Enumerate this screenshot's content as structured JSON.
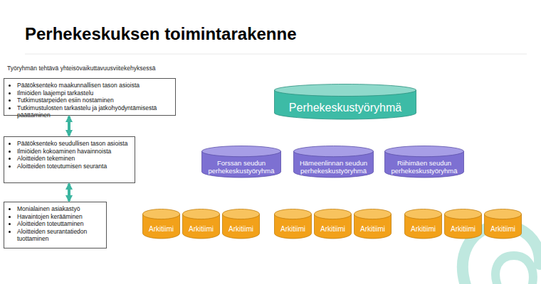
{
  "diagram": {
    "title": "Perhekeskuksen toimintarakenne",
    "nodes": [
      {
        "text": [
          "Päätöksenteko maakunnallisen tason asioista",
          "Ilmiöiden laajempi tarkastelu",
          "Tutkimustarpeiden esiin nostaminen",
          "Tutkimustulosten tarkastelu ja jatkohyödyntämisestä päättäminen"
        ]
      },
      {
        "text": [
          "Päätöksenteko seudullisen tason asioista",
          "Ilmiöiden kokoaminen havainnoista",
          "Aloitteiden tekeminen",
          "Aloitteiden toteutumisen seuranta"
        ]
      },
      {
        "text": [
          "Monialainen asiakastyö",
          "Havaintojen kerääminen",
          "Aloitteiden toteuttaminen",
          "Aloitteiden seurantatiedon tuottaminen"
        ]
      },
      {
        "text": [
          "Perhekeskustyöryhmä"
        ]
      },
      {
        "text": [
          "Forssan seudun perhekeskustyöryhmä"
        ]
      },
      {
        "text": [
          "Hämeenlinnan seudun perhekeskustyöryhmä"
        ]
      },
      {
        "text": [
          "Riihimäen seudun perhekeskustyöryhmä"
        ]
      },
      {
        "text": [
          "Arkitiimi"
        ]
      },
      {
        "text": [
          "Arkitiimi"
        ]
      },
      {
        "text": [
          "Arkitiimi"
        ]
      },
      {
        "text": [
          "Arkitiimi"
        ]
      },
      {
        "text": [
          "Arkitiimi"
        ]
      },
      {
        "text": [
          "Arkitiimi"
        ]
      },
      {
        "text": [
          "Arkitiimi"
        ]
      },
      {
        "text": [
          "Arkitiimi"
        ]
      },
      {
        "text": [
          "Arkitiimi"
        ]
      }
    ],
    "edges": [
      {
        "from": 0,
        "to": 1,
        "arrow": "both"
      },
      {
        "from": 1,
        "to": 2,
        "arrow": "both"
      }
    ],
    "labels": [
      "Työryhmän tehtävä yhteisövaikuttavuusviitekehyksessä"
    ]
  }
}
